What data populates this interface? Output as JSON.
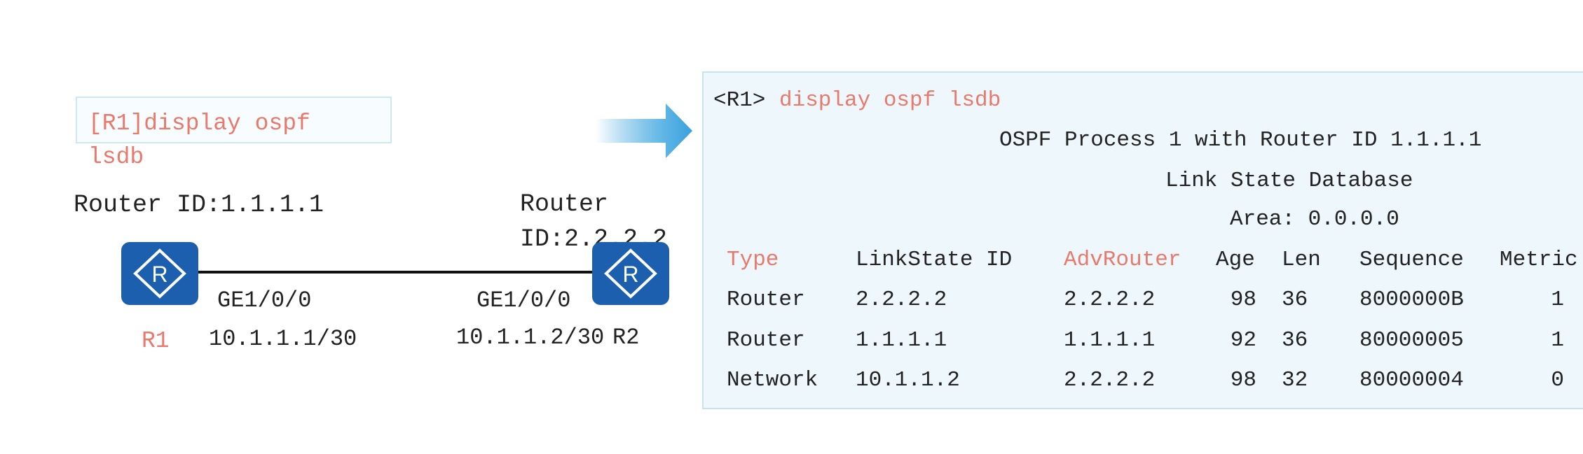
{
  "left": {
    "command_line1": "[R1]display ospf",
    "command_line2": "lsdb",
    "r1": {
      "router_id": "Router ID:1.1.1.1",
      "name": "R1",
      "interface": "GE1/0/0",
      "ip": "10.1.1.1/30"
    },
    "r2": {
      "router_id_line1": "Router",
      "router_id_line2": "ID:2.2.2.2",
      "name": "R2",
      "interface": "GE1/0/0",
      "ip": "10.1.1.2/30"
    },
    "router_icon_letter": "R"
  },
  "output": {
    "prompt": "<R1>",
    "command": "display ospf lsdb",
    "process_line": "OSPF Process 1 with Router ID 1.1.1.1",
    "db_title": "Link State Database",
    "area": "Area: 0.0.0.0",
    "headers": [
      "Type",
      "LinkState ID",
      "AdvRouter",
      "Age",
      "Len",
      "Sequence",
      "Metric"
    ],
    "rows": [
      [
        "Router",
        "2.2.2.2",
        "2.2.2.2",
        "98",
        "36",
        "8000000B",
        "1"
      ],
      [
        "Router",
        "1.1.1.1",
        "1.1.1.1",
        "92",
        "36",
        "80000005",
        "1"
      ],
      [
        "Network",
        "10.1.1.2",
        "2.2.2.2",
        "98",
        "32",
        "80000004",
        "0"
      ]
    ]
  },
  "colors": {
    "accent_red": "#e8796c",
    "router_blue": "#1b5fae",
    "panel_bg": "#eef7fb",
    "arrow_blue": "#3aa0dc"
  }
}
